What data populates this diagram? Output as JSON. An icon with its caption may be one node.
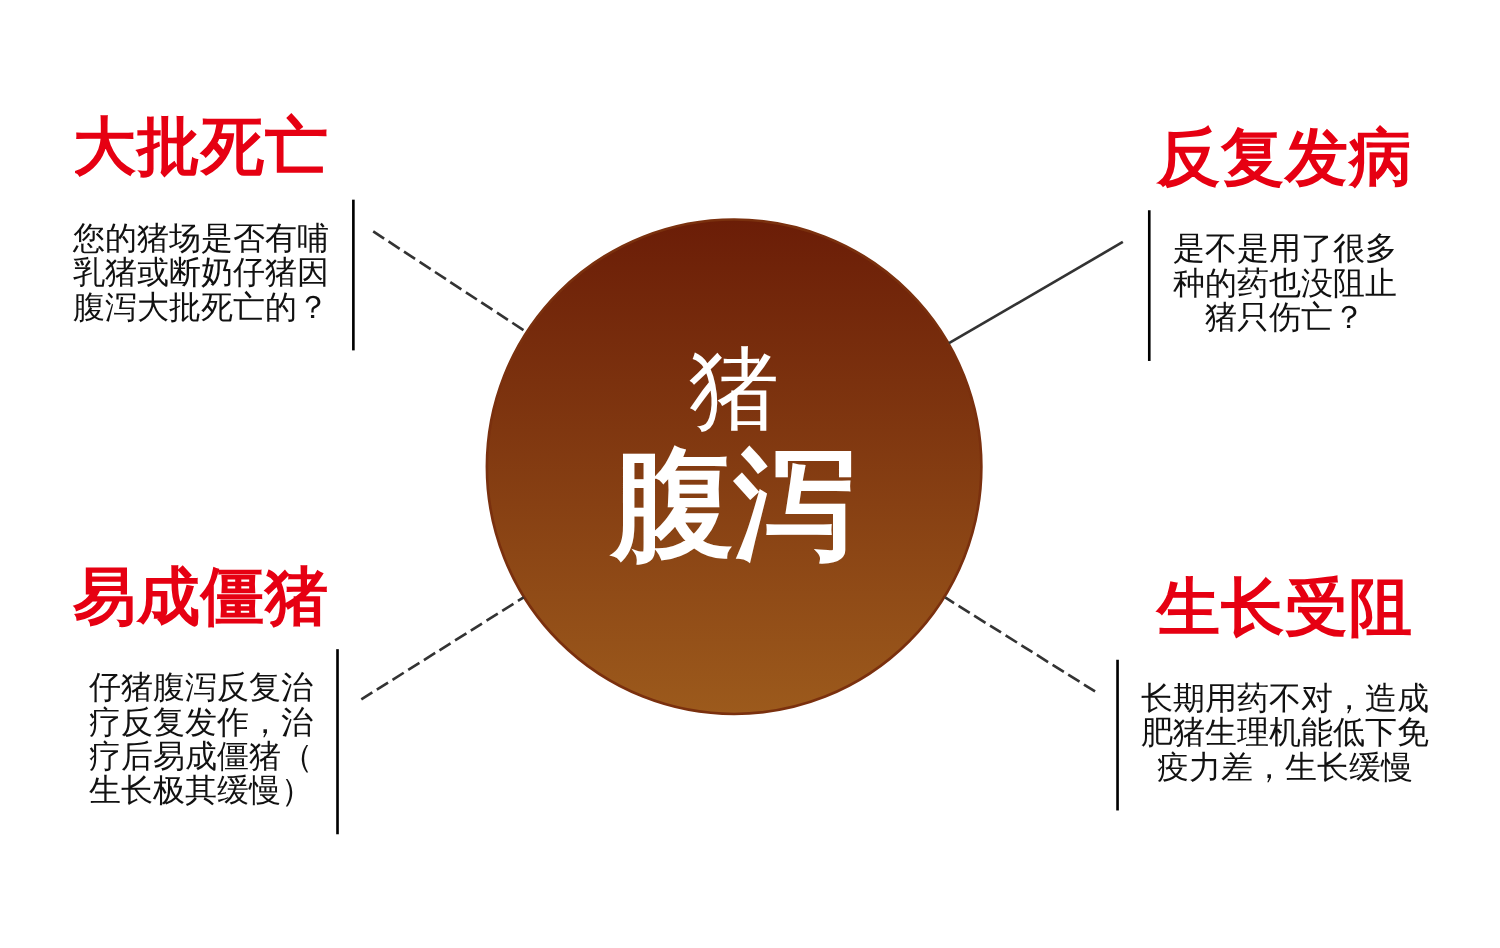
{
  "diagram": {
    "nodes": [
      {
        "text": [
          "大批死亡",
          "您的猪场是否有哺乳猪或断奶仔猪因腹泻大批死亡的？"
        ]
      },
      {
        "text": [
          "反复发病",
          "是不是用了很多种的药也没阻止猪只伤亡？"
        ]
      },
      {
        "text": [
          "猪",
          "腹泻"
        ]
      },
      {
        "text": [
          "易成僵猪",
          "仔猪腹泻反复治疗反复发作，治疗后易成僵猪（生长极其缓慢）"
        ]
      },
      {
        "text": [
          "生长受阻",
          "长期用药不对，造成肥猪生理机能低下免疫力差，生长缓慢"
        ]
      }
    ],
    "edges": [
      {
        "from": 0,
        "to": 2,
        "arrow": "none",
        "style": "dashed"
      },
      {
        "from": 1,
        "to": 2,
        "arrow": "none"
      },
      {
        "from": 3,
        "to": 2,
        "arrow": "none",
        "style": "dashed"
      },
      {
        "from": 4,
        "to": 2,
        "arrow": "none",
        "style": "dashed"
      }
    ]
  }
}
